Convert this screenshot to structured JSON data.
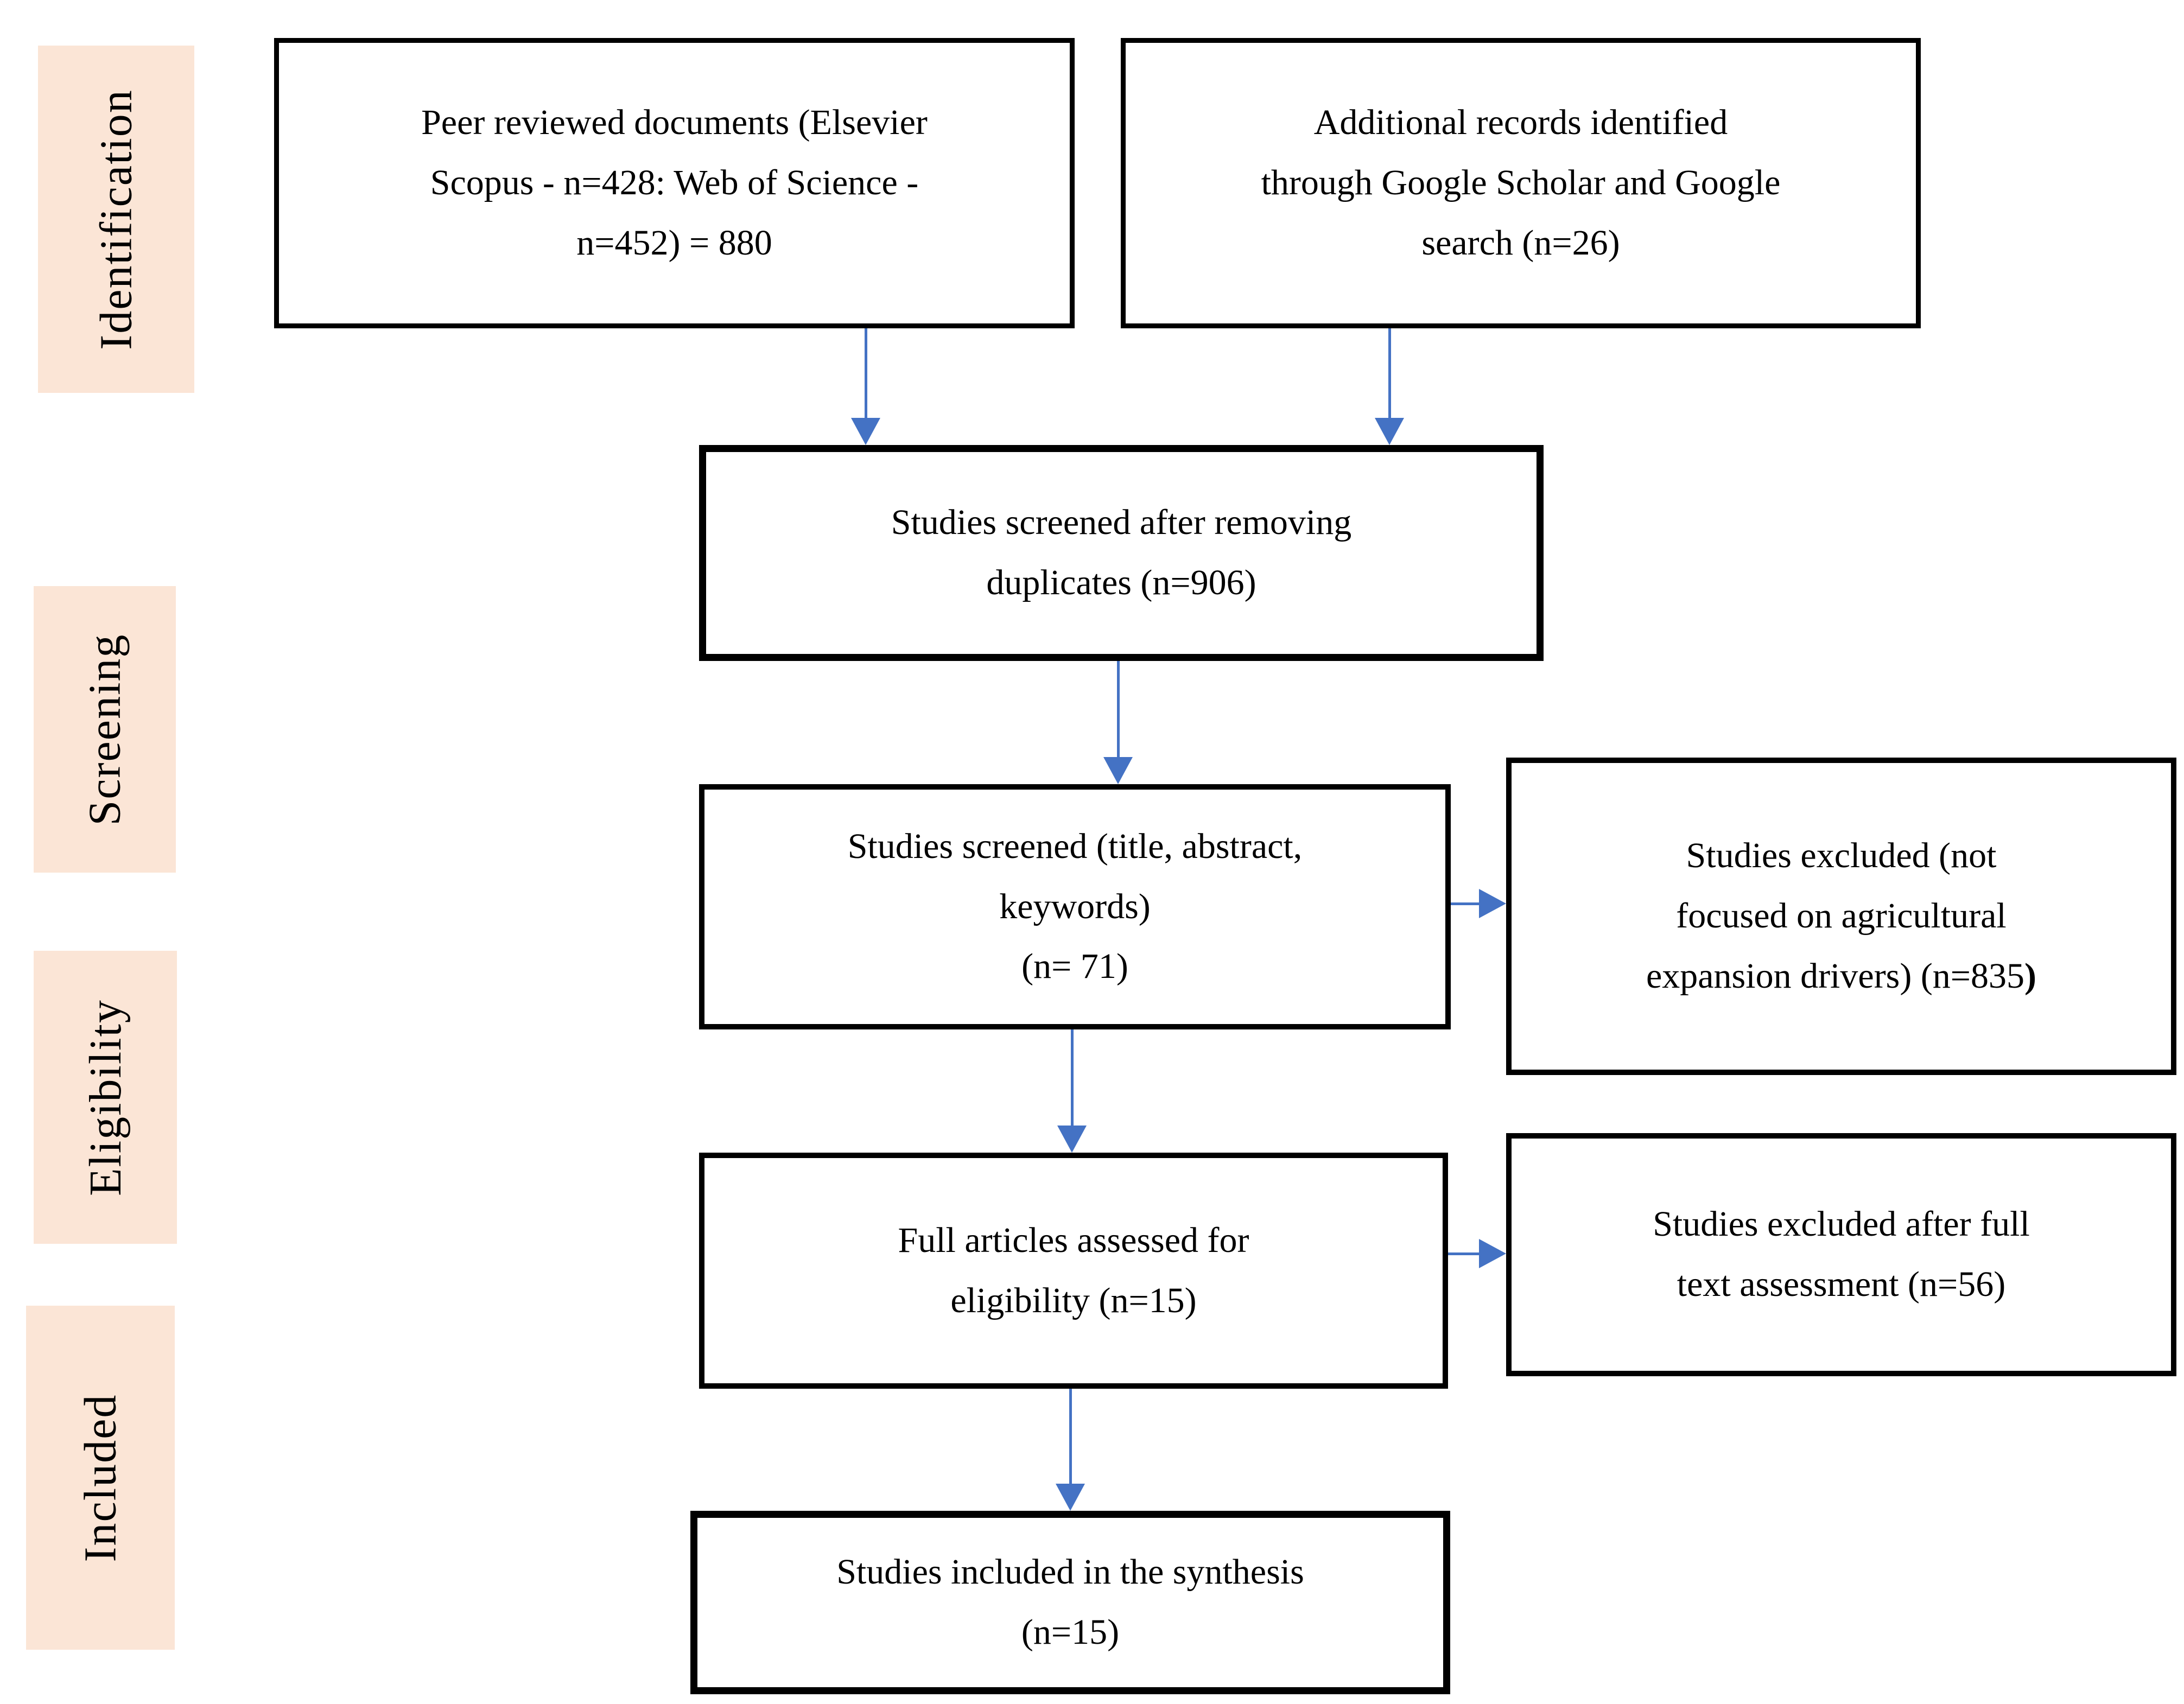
{
  "diagram": {
    "stage_labels": [
      {
        "label": "Identification"
      },
      {
        "label": "Screening"
      },
      {
        "label": "Eligibility"
      },
      {
        "label": "Included"
      }
    ],
    "boxes": {
      "peer_reviewed": {
        "lines": [
          "Peer reviewed documents (Elsevier",
          "Scopus - n=428: Web of Science -",
          "n=452) = 880"
        ]
      },
      "additional_records": {
        "lines": [
          "Additional records identified",
          "through Google Scholar and Google",
          "search (n=26)"
        ]
      },
      "screened_duplicates": {
        "lines": [
          "Studies screened after removing",
          "duplicates (n=906)"
        ]
      },
      "screened_title_abstract": {
        "lines": [
          "Studies screened (title, abstract,",
          "keywords)",
          "(n= 71)"
        ]
      },
      "excluded_not_focused": {
        "lines": [
          "Studies excluded (not",
          "focused on agricultural",
          "expansion drivers) (n=835"
        ],
        "bold_suffix": ")"
      },
      "full_articles_assessed": {
        "lines": [
          "Full articles assessed for",
          "eligibility (n=15)"
        ]
      },
      "excluded_full_text": {
        "lines": [
          "Studies excluded after full",
          "text assessment (n=56)"
        ]
      },
      "included_synthesis": {
        "lines": [
          "Studies included in the synthesis",
          "(n=15)"
        ]
      }
    },
    "colors": {
      "stage_fill": "#fbe5d6",
      "arrow": "#4472c4",
      "box_border": "#000000",
      "box_fill": "#ffffff",
      "text": "#000000"
    }
  }
}
